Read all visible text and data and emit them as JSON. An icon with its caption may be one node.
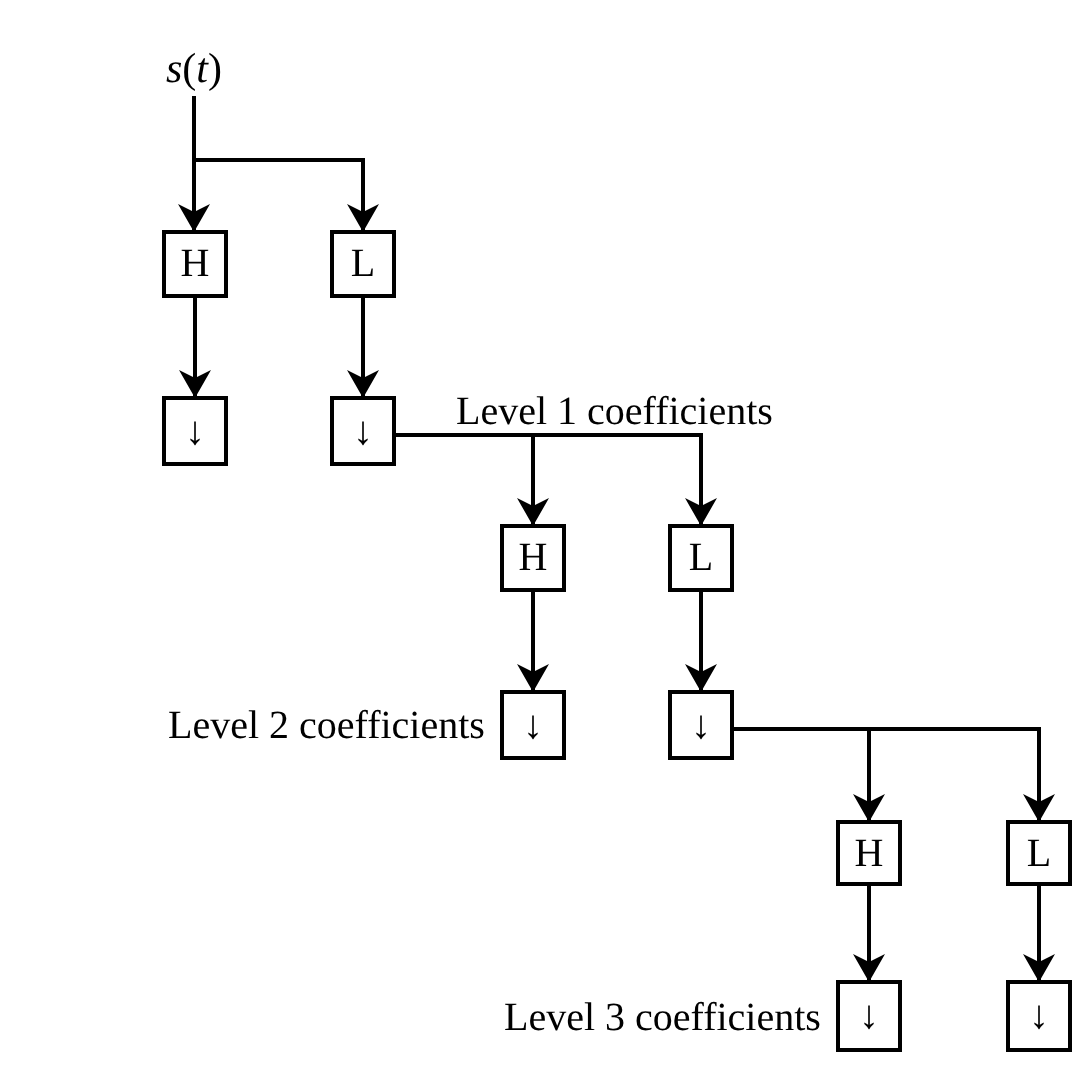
{
  "diagram": {
    "nodes": [
      {
        "text": [
          "*s*(*t*)"
        ]
      },
      {
        "text": [
          "H"
        ]
      },
      {
        "text": [
          "L"
        ]
      },
      {
        "text": [
          "↓"
        ]
      },
      {
        "text": [
          "↓"
        ],
        "beside": [
          "Level 1 coefficients"
        ]
      },
      {
        "text": [
          "H"
        ]
      },
      {
        "text": [
          "L"
        ]
      },
      {
        "text": [
          "↓"
        ],
        "beside": [
          "Level 2 coefficients"
        ]
      },
      {
        "text": [
          "↓"
        ]
      },
      {
        "text": [
          "H"
        ]
      },
      {
        "text": [
          "L"
        ]
      },
      {
        "text": [
          "↓"
        ],
        "beside": [
          "Level 3 coefficients"
        ]
      },
      {
        "text": [
          "↓"
        ]
      }
    ],
    "edges": [
      {
        "from": 0,
        "to": 1,
        "arrow": "to"
      },
      {
        "from": 0,
        "to": 2,
        "arrow": "to"
      },
      {
        "from": 1,
        "to": 3,
        "arrow": "to"
      },
      {
        "from": 2,
        "to": 4,
        "arrow": "to"
      },
      {
        "from": 4,
        "to": 5,
        "arrow": "to"
      },
      {
        "from": 4,
        "to": 6,
        "arrow": "to"
      },
      {
        "from": 5,
        "to": 7,
        "arrow": "to"
      },
      {
        "from": 6,
        "to": 8,
        "arrow": "to"
      },
      {
        "from": 8,
        "to": 9,
        "arrow": "to"
      },
      {
        "from": 8,
        "to": 10,
        "arrow": "to"
      },
      {
        "from": 9,
        "to": 11,
        "arrow": "to"
      },
      {
        "from": 10,
        "to": 12,
        "arrow": "to"
      }
    ]
  }
}
